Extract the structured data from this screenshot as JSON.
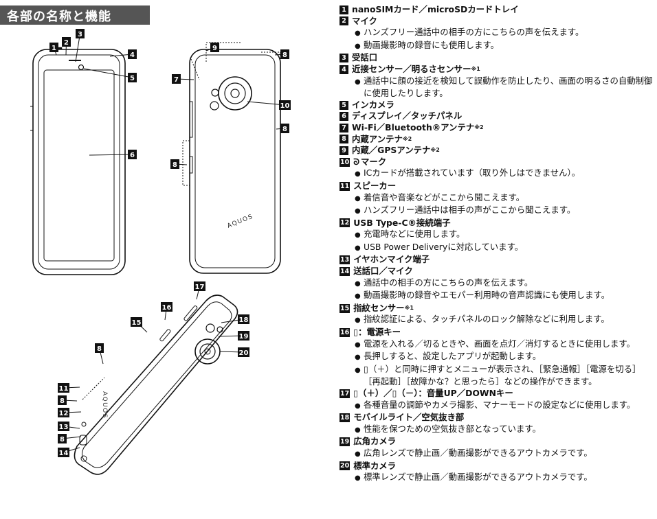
{
  "header": {
    "title": "各部の名称と機能"
  },
  "figure_labels": [
    "1",
    "2",
    "3",
    "4",
    "5",
    "6",
    "7",
    "8",
    "9",
    "10",
    "11",
    "12",
    "13",
    "14",
    "15",
    "16",
    "17",
    "18",
    "19",
    "20"
  ],
  "figure_text": {
    "brand": "AQUOS"
  },
  "items": [
    {
      "num": "1",
      "title": "nanoSIMカード／microSDカードトレイ",
      "bullets": []
    },
    {
      "num": "2",
      "title": "マイク",
      "bullets": [
        "ハンズフリー通話中の相手の方にこちらの声を伝えます。",
        "動画撮影時の録音にも使用します。"
      ]
    },
    {
      "num": "3",
      "title": "受話口",
      "bullets": []
    },
    {
      "num": "4",
      "title": "近接センサー／明るさセンサー",
      "sup": "※1",
      "bullets": [
        "通話中に顔の接近を検知して誤動作を防止したり、画面の明るさの自動制御に使用したりします。"
      ]
    },
    {
      "num": "5",
      "title": "インカメラ",
      "bullets": []
    },
    {
      "num": "6",
      "title": "ディスプレイ／タッチパネル",
      "bullets": []
    },
    {
      "num": "7",
      "title": "Wi-Fi／Bluetooth®アンテナ",
      "sup": "※2",
      "bullets": []
    },
    {
      "num": "8",
      "title": "内蔵アンテナ",
      "sup": "※2",
      "bullets": []
    },
    {
      "num": "9",
      "title": "内蔵／GPSアンテナ",
      "sup": "※2",
      "bullets": []
    },
    {
      "num": "10",
      "title": "マーク",
      "glyph": "ᘐ",
      "bullets": [
        "ICカードが搭載されています（取り外しはできません）。"
      ]
    },
    {
      "num": "11",
      "title": "スピーカー",
      "bullets": [
        "着信音や音楽などがここから聞こえます。",
        "ハンズフリー通話中は相手の声がここから聞こえます。"
      ]
    },
    {
      "num": "12",
      "title": "USB Type-C®接続端子",
      "bullets": [
        "充電時などに使用します。",
        "USB Power Deliveryに対応しています。"
      ]
    },
    {
      "num": "13",
      "title": "イヤホンマイク端子",
      "bullets": []
    },
    {
      "num": "14",
      "title": "送話口／マイク",
      "bullets": [
        "通話中の相手の方にこちらの声を伝えます。",
        "動画撮影時の録音やエモパー利用時の音声認識にも使用します。"
      ]
    },
    {
      "num": "15",
      "title": "指紋センサー",
      "sup": "※1",
      "bullets": [
        "指紋認証による、タッチパネルのロック解除などに利用します。"
      ]
    },
    {
      "num": "16",
      "title": "▯：電源キー",
      "bullets": [
        "電源を入れる／切るときや、画面を点灯／消灯するときに使用します。",
        "長押しすると、設定したアプリが起動します。",
        "▯（＋）と同時に押すとメニューが表示され、［緊急通報］［電源を切る］［再起動］［故障かな？と思ったら］などの操作ができます。"
      ]
    },
    {
      "num": "17",
      "title": "▯（＋）／▯（－）：音量UP／DOWNキー",
      "bullets": [
        "各種音量の調節やカメラ撮影、マナーモードの設定などに使用します。"
      ]
    },
    {
      "num": "18",
      "title": "モバイルライト／空気抜き部",
      "bullets": [
        "性能を保つための空気抜き部となっています。"
      ]
    },
    {
      "num": "19",
      "title": "広角カメラ",
      "bullets": [
        "広角レンズで静止画／動画撮影ができるアウトカメラです。"
      ]
    },
    {
      "num": "20",
      "title": "標準カメラ",
      "bullets": [
        "標準レンズで静止画／動画撮影ができるアウトカメラです。"
      ]
    }
  ]
}
